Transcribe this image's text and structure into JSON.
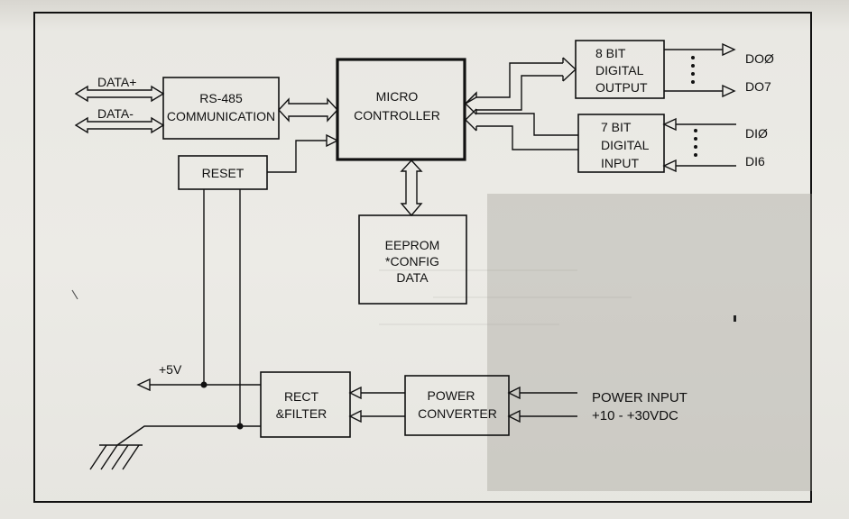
{
  "diagram": {
    "blocks": {
      "rs485": [
        "RS-485",
        "COMMUNICATION"
      ],
      "micro": [
        "MICRO",
        "CONTROLLER"
      ],
      "reset": [
        "RESET"
      ],
      "eeprom": [
        "EEPROM",
        "*CONFIG",
        "DATA"
      ],
      "dout": [
        "8 BIT",
        "DIGITAL",
        "OUTPUT"
      ],
      "din": [
        "7 BIT",
        "DIGITAL",
        "INPUT"
      ],
      "rect": [
        "RECT",
        "&FILTER"
      ],
      "power": [
        "POWER",
        "CONVERTER"
      ]
    },
    "signals": {
      "data_plus": "DATA+",
      "data_minus": "DATA-",
      "do0": "DOØ",
      "do7": "DO7",
      "di0": "DIØ",
      "di6": "DI6",
      "v5": "+5V",
      "power_input_1": "POWER INPUT",
      "power_input_2": "+10  -  +30VDC"
    }
  }
}
